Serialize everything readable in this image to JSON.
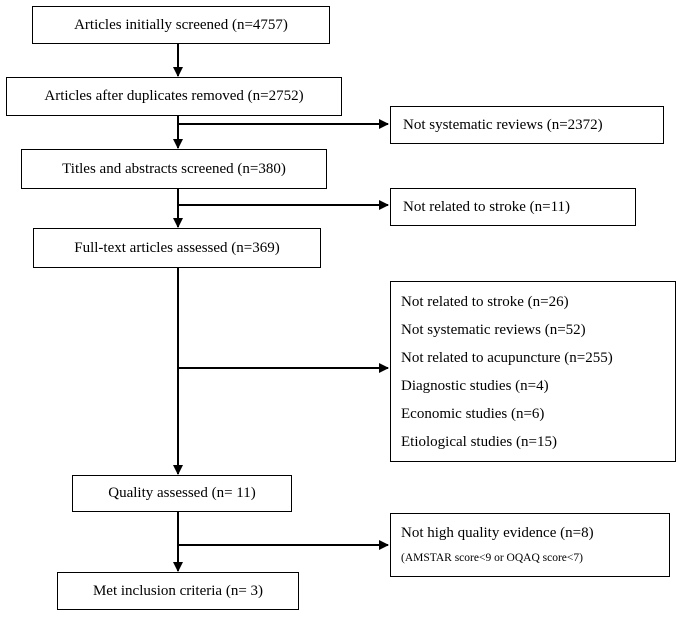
{
  "flow": {
    "step1": "Articles initially screened (n=4757)",
    "step2": "Articles after duplicates removed (n=2752)",
    "step3": "Titles and abstracts screened (n=380)",
    "step4": "Full-text articles assessed (n=369)",
    "step5": "Quality assessed (n= 11)",
    "step6": "Met inclusion criteria (n= 3)"
  },
  "exclusions": {
    "ex1": "Not systematic reviews (n=2372)",
    "ex2": "Not related to stroke (n=11)",
    "ex3": [
      "Not related to stroke  (n=26)",
      "Not systematic reviews (n=52)",
      "Not related to acupuncture (n=255)",
      "Diagnostic studies (n=4)",
      "Economic studies (n=6)",
      "Etiological studies (n=15)"
    ],
    "ex4": "Not high quality evidence (n=8)",
    "ex4_note": "(AMSTAR score<9 or OQAQ score<7)"
  }
}
